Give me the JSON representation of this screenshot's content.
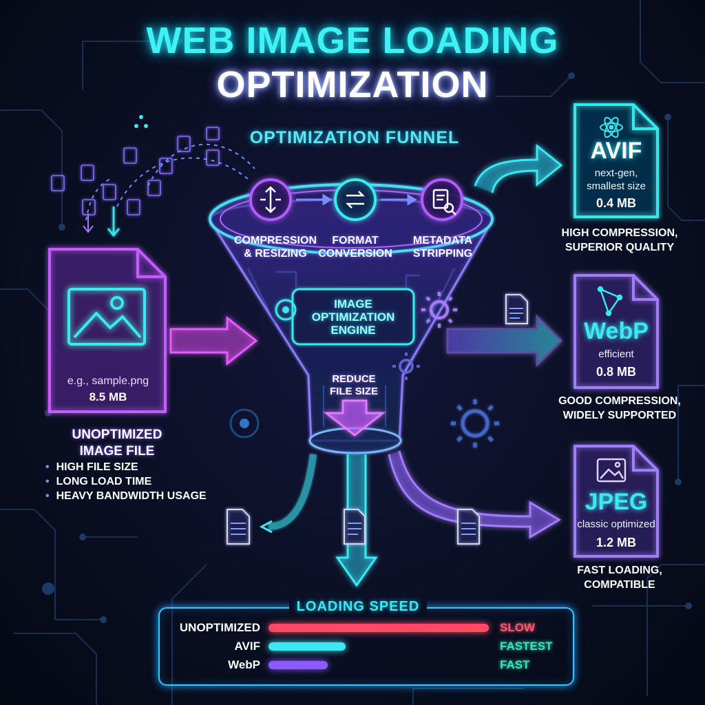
{
  "header": {
    "title_line1": "WEB IMAGE LOADING",
    "title_line2": "OPTIMIZATION"
  },
  "funnel": {
    "title": "OPTIMIZATION FUNNEL",
    "steps": [
      {
        "label_line1": "COMPRESSION",
        "label_line2": "& RESIZING",
        "icon": "compress-arrows-icon"
      },
      {
        "label_line1": "FORMAT",
        "label_line2": "CONVERSION",
        "icon": "convert-arrows-icon"
      },
      {
        "label_line1": "METADATA",
        "label_line2": "STRIPPING",
        "icon": "document-magnifier-icon"
      }
    ],
    "engine_line1": "IMAGE",
    "engine_line2": "OPTIMIZATION",
    "engine_line3": "ENGINE",
    "reduce_line1": "REDUCE",
    "reduce_line2": "FILE SIZE"
  },
  "source": {
    "filename": "e.g., sample.png",
    "size": "8.5 MB",
    "label_line1": "UNOPTIMIZED",
    "label_line2": "IMAGE FILE",
    "bullets": [
      "HIGH FILE SIZE",
      "LONG LOAD TIME",
      "HEAVY BANDWIDTH USAGE"
    ],
    "icon": "image-file-icon",
    "color": "#b65cff"
  },
  "outputs": [
    {
      "name": "AVIF",
      "desc_line1": "next-gen,",
      "desc_line2": "smallest size",
      "size": "0.4 MB",
      "caption_line1": "HIGH COMPRESSION,",
      "caption_line2": "SUPERIOR QUALITY",
      "icon": "atom-icon",
      "color": "#35e8ef"
    },
    {
      "name": "WebP",
      "desc_line1": "efficient",
      "desc_line2": "",
      "size": "0.8 MB",
      "caption_line1": "GOOD COMPRESSION,",
      "caption_line2": "WIDELY SUPPORTED",
      "icon": "vector-nodes-icon",
      "color": "#a27bff"
    },
    {
      "name": "JPEG",
      "desc_line1": "classic optimized",
      "desc_line2": "",
      "size": "1.2 MB",
      "caption_line1": "FAST LOADING,",
      "caption_line2": "COMPATIBLE",
      "icon": "image-icon",
      "color": "#9f7dff"
    }
  ],
  "speed": {
    "title": "LOADING SPEED",
    "rows": [
      {
        "label": "UNOPTIMIZED",
        "status": "SLOW",
        "relative_bar": 1.0,
        "bar_color": "#ff4a64",
        "status_color": "#ff5a6e"
      },
      {
        "label": "AVIF",
        "status": "FASTEST",
        "relative_bar": 0.35,
        "bar_color": "#3ee8f3",
        "status_color": "#3be3b8"
      },
      {
        "label": "WebP",
        "status": "FAST",
        "relative_bar": 0.27,
        "bar_color": "#8a5bff",
        "status_color": "#3be3b8"
      }
    ]
  }
}
